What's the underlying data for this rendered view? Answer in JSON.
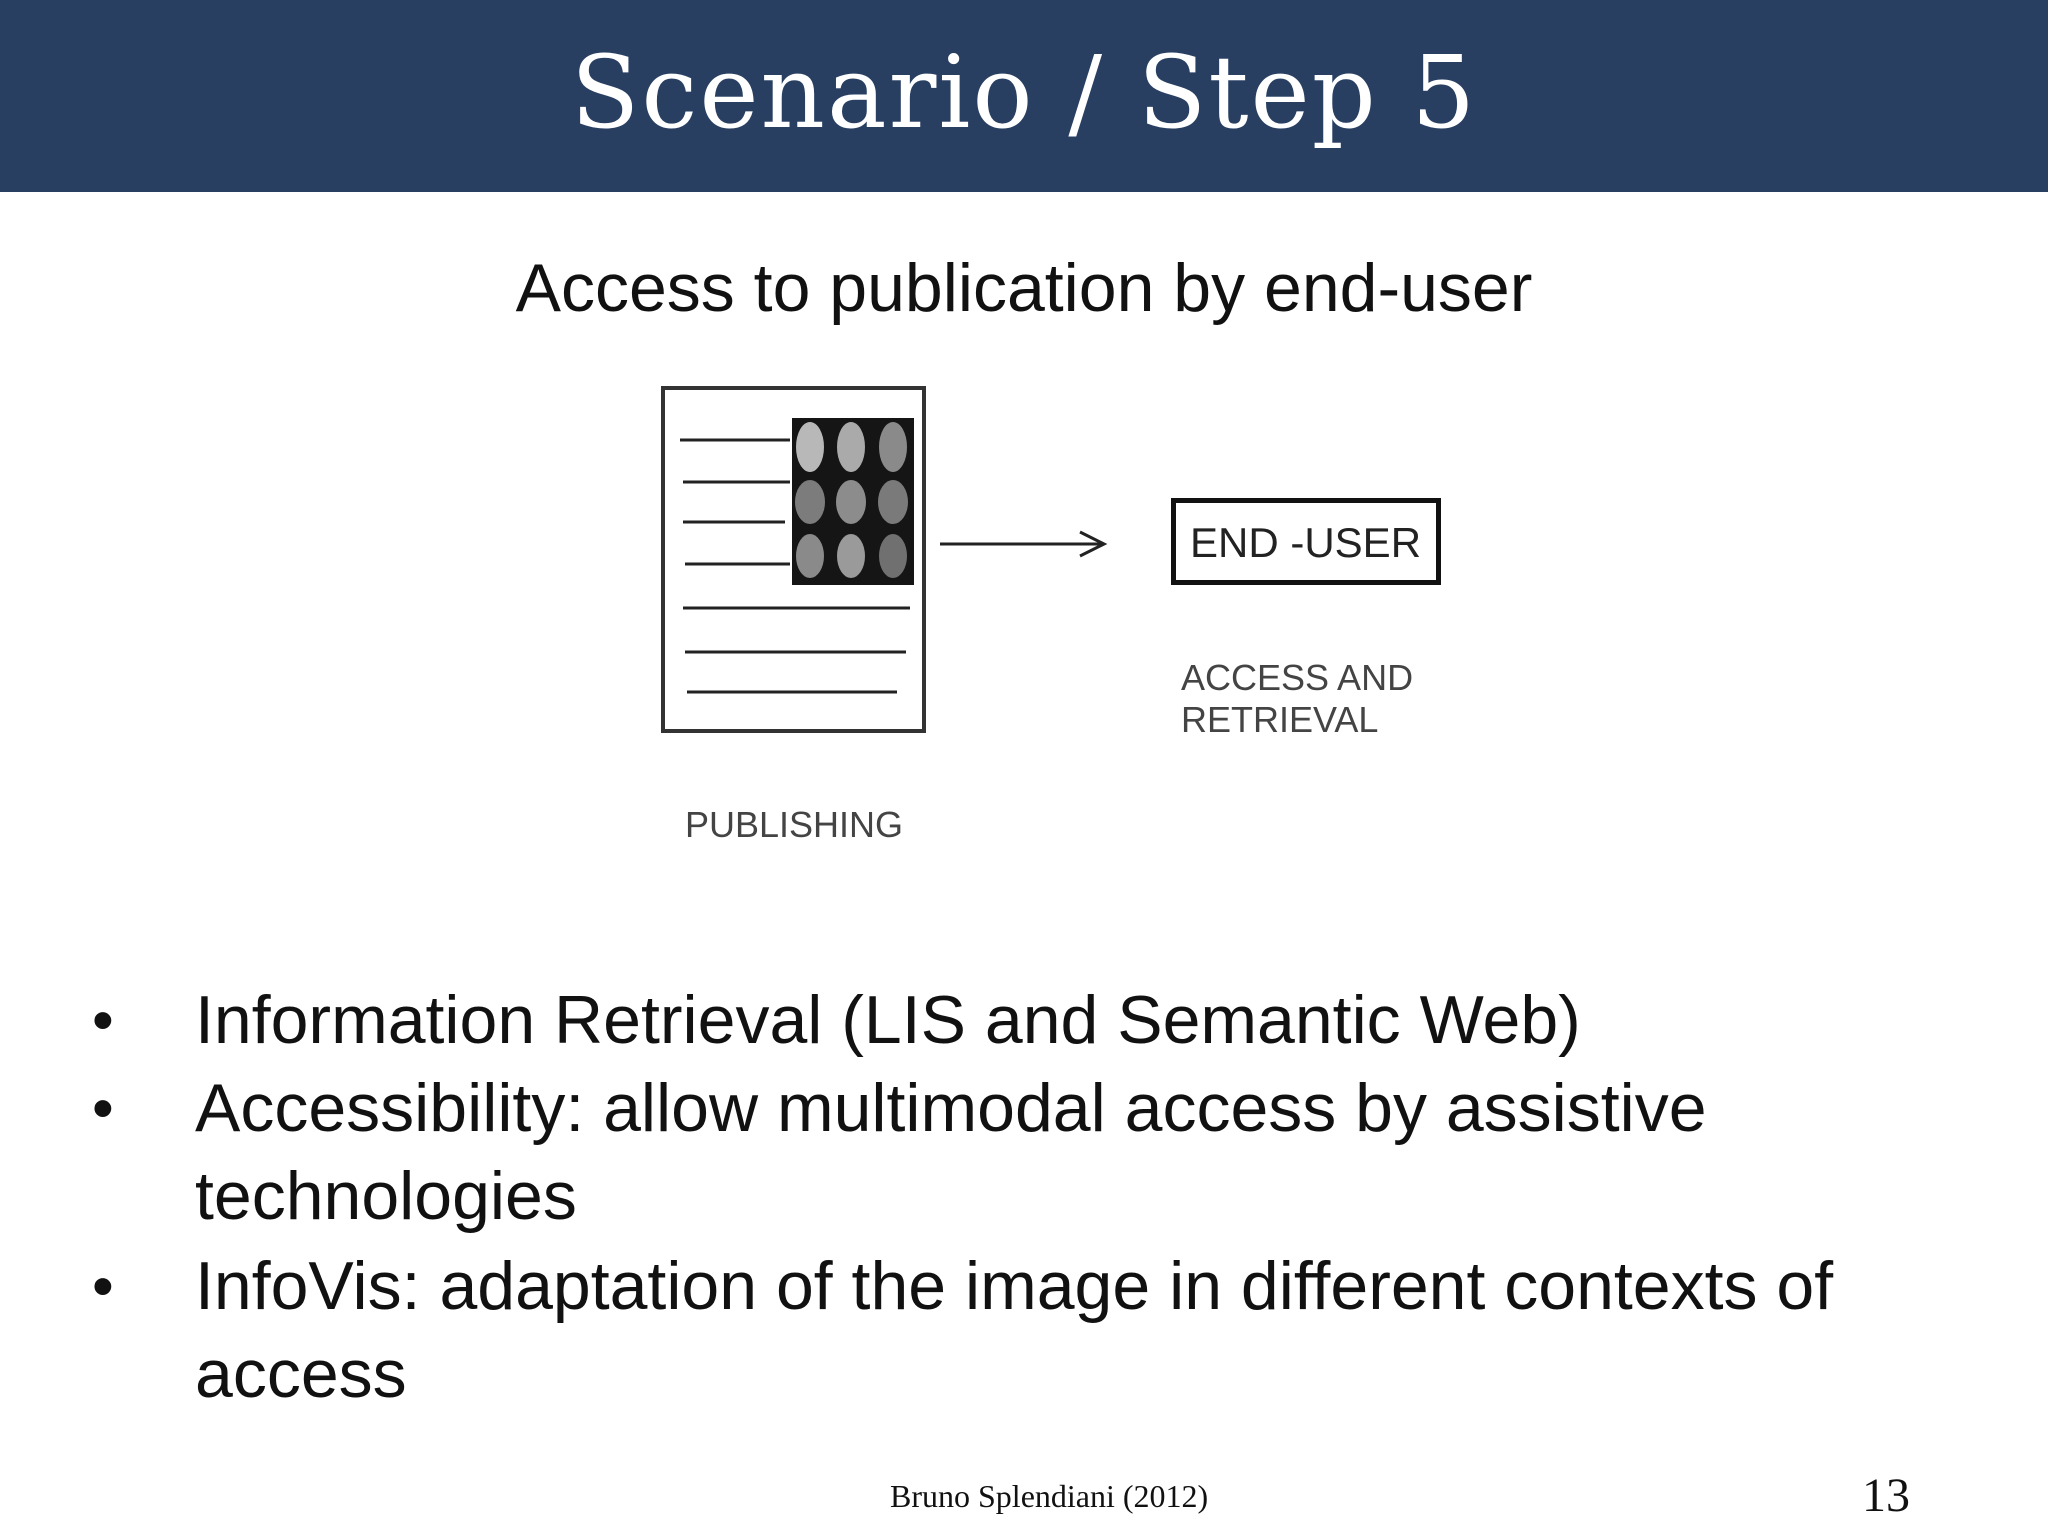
{
  "slide": {
    "title": "Scenario / Step 5",
    "subtitle": "Access to publication by end-user"
  },
  "figure": {
    "end_user_label": "END -USER",
    "access_label_line1": "ACCESS AND",
    "access_label_line2": "RETRIEVAL",
    "publishing_label": "PUBLISHING"
  },
  "bullets": [
    {
      "lines": [
        "Information Retrieval (LIS and Semantic Web)"
      ]
    },
    {
      "lines": [
        "Accessibility: allow multimodal access by assistive",
        "technologies"
      ]
    },
    {
      "lines": [
        "InfoVis: adaptation of the image in different contexts of",
        "access"
      ]
    }
  ],
  "bullet_symbol": "•",
  "footer": {
    "author": "Bruno Splendiani (2012)",
    "page_number": "13"
  },
  "colors": {
    "header_bg": "#283f62",
    "header_text": "#ffffff"
  }
}
